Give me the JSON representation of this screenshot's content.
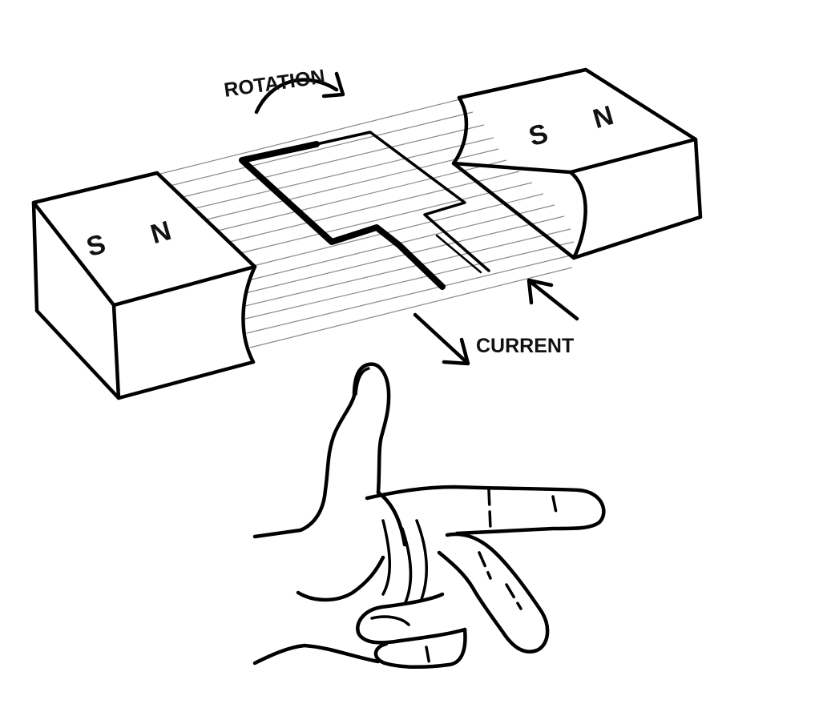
{
  "labels": {
    "rotation": "ROTATION",
    "current": "CURRENT"
  },
  "left_magnet": {
    "pole_south": "S",
    "pole_north": "N"
  },
  "right_magnet": {
    "pole_south": "S",
    "pole_north": "N"
  },
  "colors": {
    "ink": "#000000",
    "field_lines": "#8a8a8a",
    "background": "#ffffff"
  }
}
